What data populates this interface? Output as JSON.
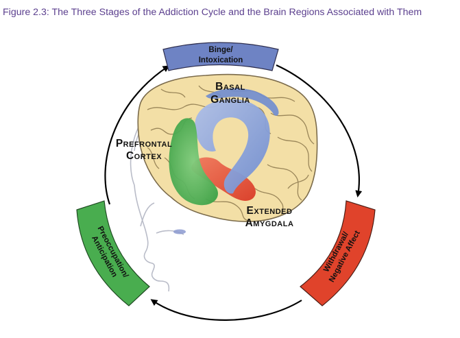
{
  "caption": "Figure 2.3: The Three Stages of the Addiction Cycle and the Brain Regions Associated with Them",
  "stages": [
    {
      "id": "binge",
      "line1": "Binge/",
      "line2": "Intoxication",
      "color": "#6e83c4"
    },
    {
      "id": "withdrawal",
      "line1": "Withdrawal/",
      "line2": "Negative Affect",
      "color": "#e0432b"
    },
    {
      "id": "preoccupation",
      "line1": "Preoccupation/",
      "line2": "Anticipation",
      "color": "#49ad4f"
    }
  ],
  "regions": {
    "basal_ganglia": {
      "line1": "Basal",
      "line2": "Ganglia",
      "color": "#8ea7dc"
    },
    "prefrontal_cortex": {
      "line1": "Prefrontal",
      "line2": "Cortex",
      "color": "#4fb456"
    },
    "extended_amygdala": {
      "line1": "Extended",
      "line2": "Amygdala",
      "color": "#e8503a"
    }
  },
  "brain_color": "#f3dfa6"
}
